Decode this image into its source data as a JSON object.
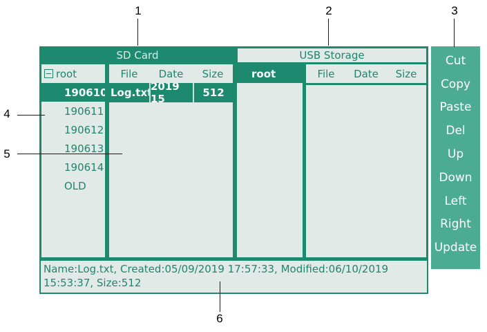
{
  "callouts": {
    "c1": "1",
    "c2": "2",
    "c3": "3",
    "c4": "4",
    "c5": "5",
    "c6": "6"
  },
  "sd": {
    "title": "SD Card",
    "tree": {
      "root_label": "root",
      "items": [
        "190610",
        "190611",
        "190612",
        "190613",
        "190614",
        "OLD"
      ],
      "selected_item": "190610"
    },
    "files": {
      "headers": [
        "File",
        "Date",
        "Size"
      ],
      "rows": [
        {
          "file": "Log.txt",
          "date": "2019 15",
          "size": "512"
        }
      ],
      "selected_row": "Log.txt"
    }
  },
  "usb": {
    "title": "USB Storage",
    "tree": {
      "root_label": "root",
      "selected_item": "root"
    },
    "files": {
      "headers": [
        "File",
        "Date",
        "Size"
      ],
      "rows": []
    }
  },
  "sidebar": {
    "buttons": [
      "Cut",
      "Copy",
      "Paste",
      "Del",
      "Up",
      "Down",
      "Left",
      "Right",
      "Update"
    ]
  },
  "status_bar": {
    "text": "Name:Log.txt, Created:05/09/2019 17:57:33, Modified:06/10/2019 15:53:37, Size:512"
  },
  "colors": {
    "dark_teal": "#1d8a70",
    "sidebar_green": "#4bac93",
    "panel_light": "#e1eae7",
    "teal_text": "#21856c"
  }
}
